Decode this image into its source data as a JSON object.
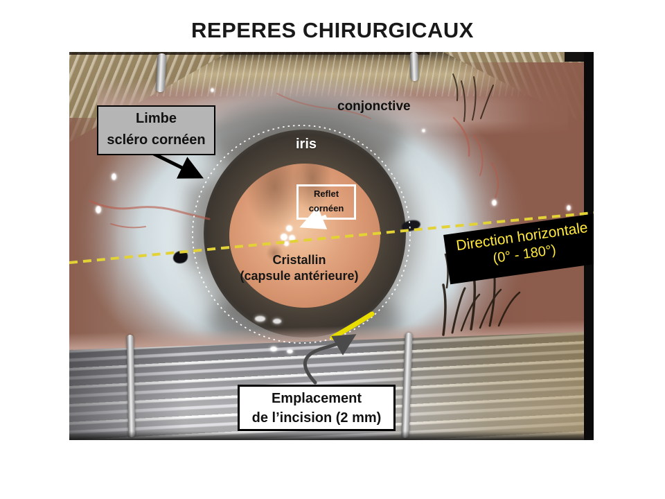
{
  "slide": {
    "title": "REPERES CHIRURGICAUX"
  },
  "photo": {
    "labels": {
      "conjonctive": "conjonctive",
      "iris": "iris",
      "limbe_line1": "Limbe",
      "limbe_line2": "scléro cornéen",
      "reflet_line1": "Reflet",
      "reflet_line2": "cornéen",
      "cristallin_line1": "Cristallin",
      "cristallin_line2": "(capsule antérieure)",
      "direction_line1": "Direction horizontale",
      "direction_line2": "(0° - 180°)",
      "incision_line1": "Emplacement",
      "incision_line2": "de l’incision (2 mm)"
    },
    "colors": {
      "axis_line": "#e2d236",
      "incision_mark": "#e8dc00",
      "direction_box_bg": "#000000",
      "direction_text": "#ffe93c",
      "limbe_box_bg": "#b5b5b5",
      "pupil_red_reflex": "#e0a37e",
      "iris_ring": "#3c3630",
      "sclera": "#e3ebee"
    }
  }
}
